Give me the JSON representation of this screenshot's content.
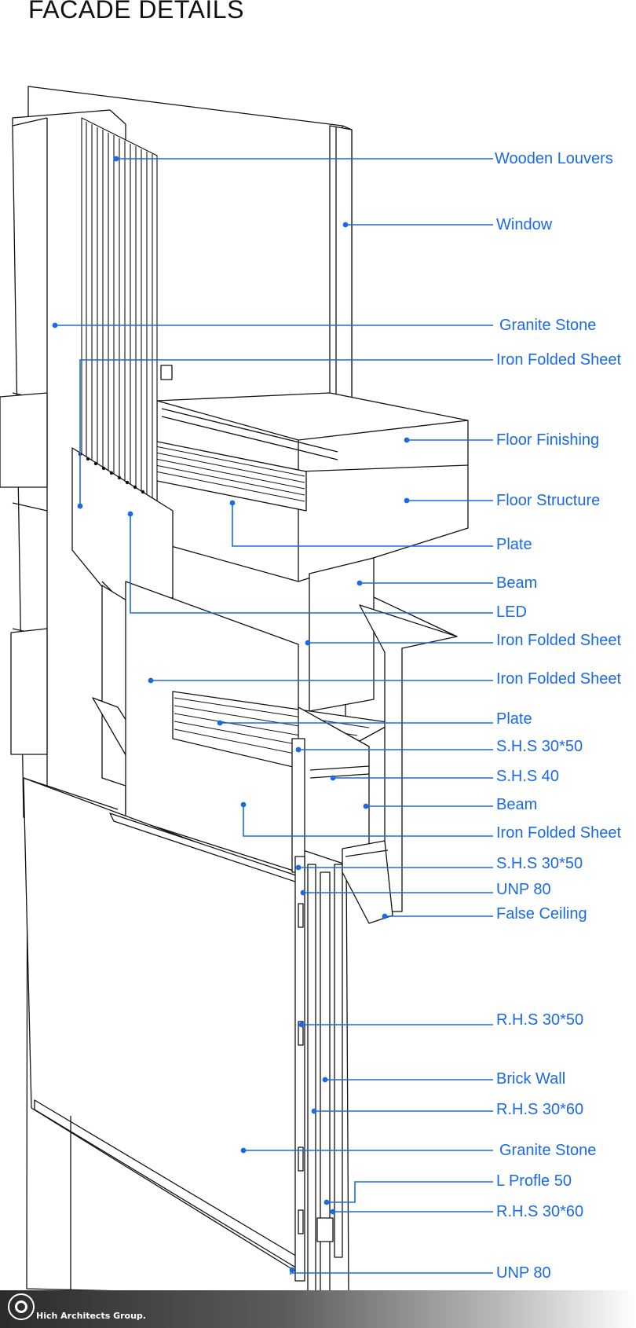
{
  "title": "FACADE DETAILS",
  "footer": {
    "company": "Hich Architects Group."
  },
  "colors": {
    "label": "#1a6ae6",
    "linework": "#111111",
    "footer_dark": "#2b2b2b"
  },
  "labels": [
    {
      "text": "Wooden Louvers"
    },
    {
      "text": "Window"
    },
    {
      "text": "Granite Stone"
    },
    {
      "text": "Iron Folded Sheet"
    },
    {
      "text": "Floor Finishing"
    },
    {
      "text": "Floor Structure"
    },
    {
      "text": "Plate"
    },
    {
      "text": "Beam"
    },
    {
      "text": "LED"
    },
    {
      "text": "Iron Folded Sheet"
    },
    {
      "text": "Iron Folded Sheet"
    },
    {
      "text": "Plate"
    },
    {
      "text": "S.H.S 30*50"
    },
    {
      "text": "S.H.S 40"
    },
    {
      "text": "Beam"
    },
    {
      "text": "Iron Folded Sheet"
    },
    {
      "text": "S.H.S 30*50"
    },
    {
      "text": "UNP 80"
    },
    {
      "text": "False Ceiling"
    },
    {
      "text": "R.H.S 30*50"
    },
    {
      "text": "Brick Wall"
    },
    {
      "text": "R.H.S 30*60"
    },
    {
      "text": "Granite Stone"
    },
    {
      "text": "L Profle 50"
    },
    {
      "text": "R.H.S 30*60"
    },
    {
      "text": "UNP 80"
    }
  ]
}
